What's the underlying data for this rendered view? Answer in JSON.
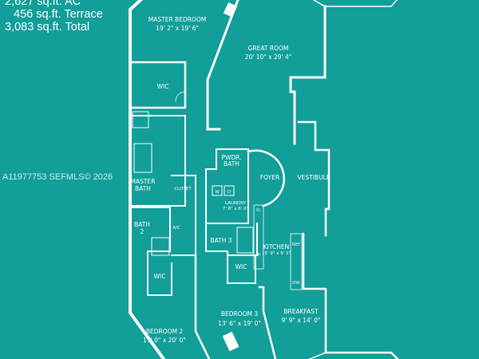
{
  "areas": {
    "ac": "2,627 sq.ft. AC",
    "terrace": "456 sq.ft. Terrace",
    "total": "3,083 sq.ft. Total"
  },
  "watermark": "A11977753  SEFMLS© 2026",
  "colors": {
    "background": "#129e99",
    "walls": "#ffffff"
  },
  "rooms": {
    "master_bedroom": {
      "name": "MASTER BEDROOM",
      "dims": "19' 2\" x 19' 6\""
    },
    "great_room": {
      "name": "GREAT ROOM",
      "dims": "20' 10\" x 29' 4\""
    },
    "wic_master": {
      "name": "WIC"
    },
    "pwdr_bath": {
      "name1": "PWDR.",
      "name2": "BATH"
    },
    "master_bath": {
      "name1": "MASTER",
      "name2": "BATH"
    },
    "closet": {
      "name": "CLOSET"
    },
    "foyer": {
      "name": "FOYER"
    },
    "vestibule": {
      "name": "VESTIBULE"
    },
    "laundry": {
      "name": "LAUNDRY",
      "dims": "7' 8\" x 6' 0\"",
      "washer": "W",
      "dryer": "D"
    },
    "bath2": {
      "name1": "BATH",
      "name2": "2"
    },
    "ac_closet": {
      "name": "A/C"
    },
    "bath3": {
      "name": "BATH 3"
    },
    "kitchen": {
      "name": "KITCHEN",
      "dims": "15' 9\" x 9' 3\"",
      "ref": "REF",
      "dw": "DW",
      "oven": "O.",
      "pantry": "P."
    },
    "wic_bed3": {
      "name": "WIC"
    },
    "wic_bed2": {
      "name": "WIC"
    },
    "bedroom3": {
      "name": "BEDROOM 3",
      "dims": "13' 6\" x 19' 0\""
    },
    "breakfast": {
      "name": "BREAKFAST",
      "dims": "9' 9\" x 14' 0\""
    },
    "bedroom2": {
      "name": "BEDROOM 2",
      "dims": "17' 0\" x 20' 0\""
    }
  }
}
